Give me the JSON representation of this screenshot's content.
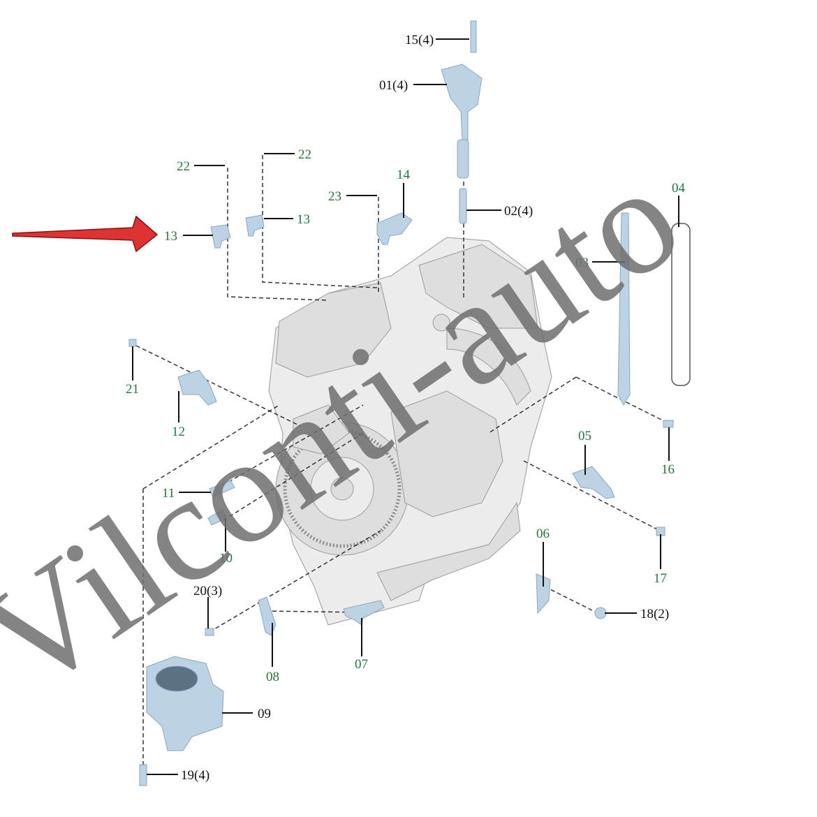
{
  "diagram": {
    "watermark": "Vilconti-auto",
    "colors": {
      "part_label": "#1f7a3a",
      "hardware_label": "#111111",
      "arrow": "#c0201a",
      "parts": "#bcd3e6"
    },
    "labels": {
      "l15": "15(4)",
      "l01": "01(4)",
      "l22a": "22",
      "l22b": "22",
      "l23": "23",
      "l14": "14",
      "l02": "02(4)",
      "l04": "04",
      "l13a": "13",
      "l13b": "13",
      "l03": "03",
      "l21": "21",
      "l12": "12",
      "l05": "05",
      "l16": "16",
      "l11": "11",
      "l10": "10",
      "l17": "17",
      "l06": "06",
      "l20": "20(3)",
      "l18": "18(2)",
      "l08": "08",
      "l07": "07",
      "l09": "09",
      "l19": "19(4)"
    }
  }
}
